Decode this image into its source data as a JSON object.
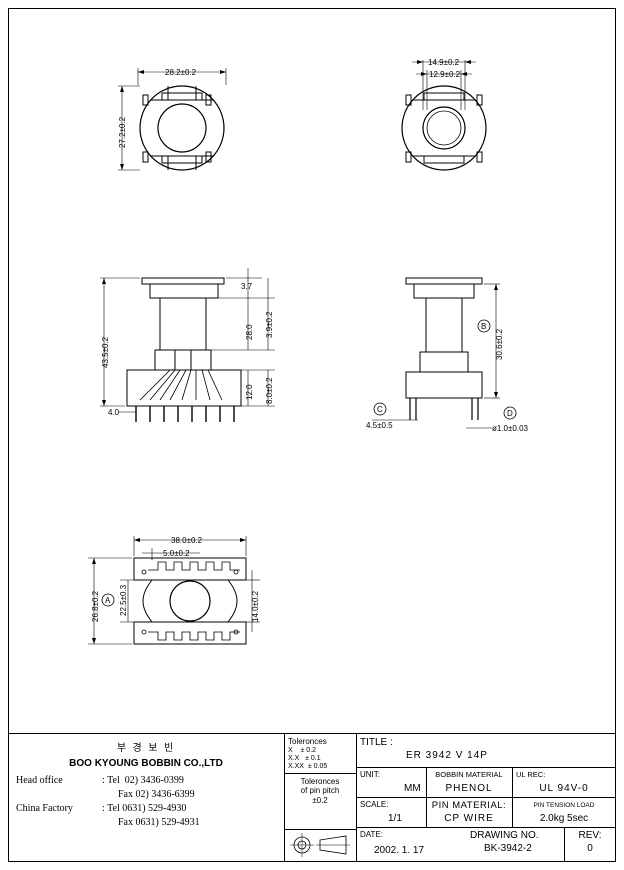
{
  "views": {
    "top_left": {
      "width_dim": "28.2±0.2",
      "height_dim": "27.2±0.2"
    },
    "top_right": {
      "outer_dim": "14.9±0.2",
      "inner_dim": "12.9±0.2"
    },
    "front": {
      "total_height": "43.5±0.2",
      "flange_top": "3.7",
      "winding_len": "28.0",
      "upper_dim": "3.9±0.2",
      "base_height": "12.0",
      "base_dim": "8.0±0.2",
      "pin_dim": "4.0"
    },
    "side": {
      "label_b": "B",
      "height_dim": "30.6±0.2",
      "label_c": "C",
      "pin_offset": "4.5±0.5",
      "label_d": "D",
      "pin_dia": "ø1.0±0.03"
    },
    "bottom": {
      "width_dim": "38.0±0.2",
      "pitch_dim": "5.0±0.2",
      "label_a": "A",
      "total_height": "26.8±0.2",
      "inner_height": "22.5±0.3",
      "core_height": "14.0±0.2"
    }
  },
  "title_block": {
    "company_korean": "부 경 보 빈",
    "company_name": "BOO KYOUNG BOBBIN CO.,LTD",
    "head_office_label": "Head office",
    "head_tel": ": Tel  02) 3436-0399",
    "head_fax": "Fax  02) 3436-6399",
    "china_label": "China Factory",
    "china_tel": ": Tel 0631) 529-4930",
    "china_fax": "Fax 0631) 529-4931",
    "tolerances_label": "Toleronces",
    "tol_x": "X    ± 0.2",
    "tol_xx": "X.X   ± 0.1",
    "tol_xxx": "X.XX  ± 0.05",
    "pitch_label_1": "Toleronces",
    "pitch_label_2": "of pin pitch",
    "pitch_value": "±0.2",
    "title_label": "TITLE :",
    "title_value": "ER 3942 V 14P",
    "unit_label": "UNIT:",
    "unit_value": "MM",
    "bobbin_material_label": "BOBBIN MATERIAL",
    "bobbin_material_value": "PHENOL",
    "ul_label": "UL REC:",
    "ul_value": "UL 94V-0",
    "scale_label": "SCALE:",
    "scale_value": "1/1",
    "pin_material_label": "PIN MATERIAL:",
    "pin_material_value": "CP WIRE",
    "pin_tension_label": "PIN TENSION LOAD",
    "pin_tension_value": "2.0kg 5sec",
    "date_label": "DATE:",
    "date_value": "2002. 1. 17",
    "drawing_no_label": "DRAWING NO.",
    "drawing_no_value": "BK-3942-2",
    "rev_label": "REV:",
    "rev_value": "0"
  }
}
